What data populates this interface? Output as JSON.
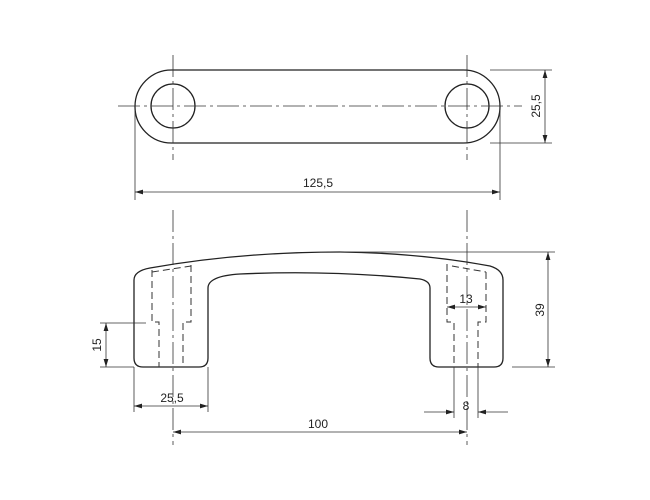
{
  "drawing": {
    "top_view": {
      "length_dim": "125,5",
      "width_dim": "25,5"
    },
    "front_view": {
      "height_dim": "39",
      "thread_depth_dim": "15",
      "leg_width_dim": "25,5",
      "hole_spacing_dim": "100",
      "counterbore_dim": "13",
      "hole_dim": "8"
    }
  }
}
